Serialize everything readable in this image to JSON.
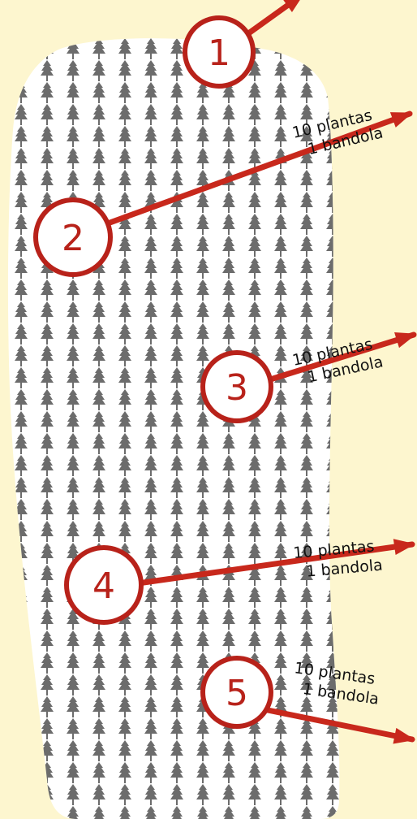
{
  "colors": {
    "background": "#fdf6cf",
    "accent_red": "#b8221a",
    "arrow_red": "#c8281c",
    "tree": "#6c6c6c",
    "field": "#ffffff"
  },
  "field": {
    "icon": "tree-icon"
  },
  "markers": [
    {
      "number": "1",
      "line1": "",
      "line2": ""
    },
    {
      "number": "2",
      "line1": "10 plantas",
      "line2": "1 bandola"
    },
    {
      "number": "3",
      "line1": "10 plantas",
      "line2": "1 bandola"
    },
    {
      "number": "4",
      "line1": "10 plantas",
      "line2": "1 bandola"
    },
    {
      "number": "5",
      "line1": "10 plantas",
      "line2": "1 bandola"
    }
  ]
}
